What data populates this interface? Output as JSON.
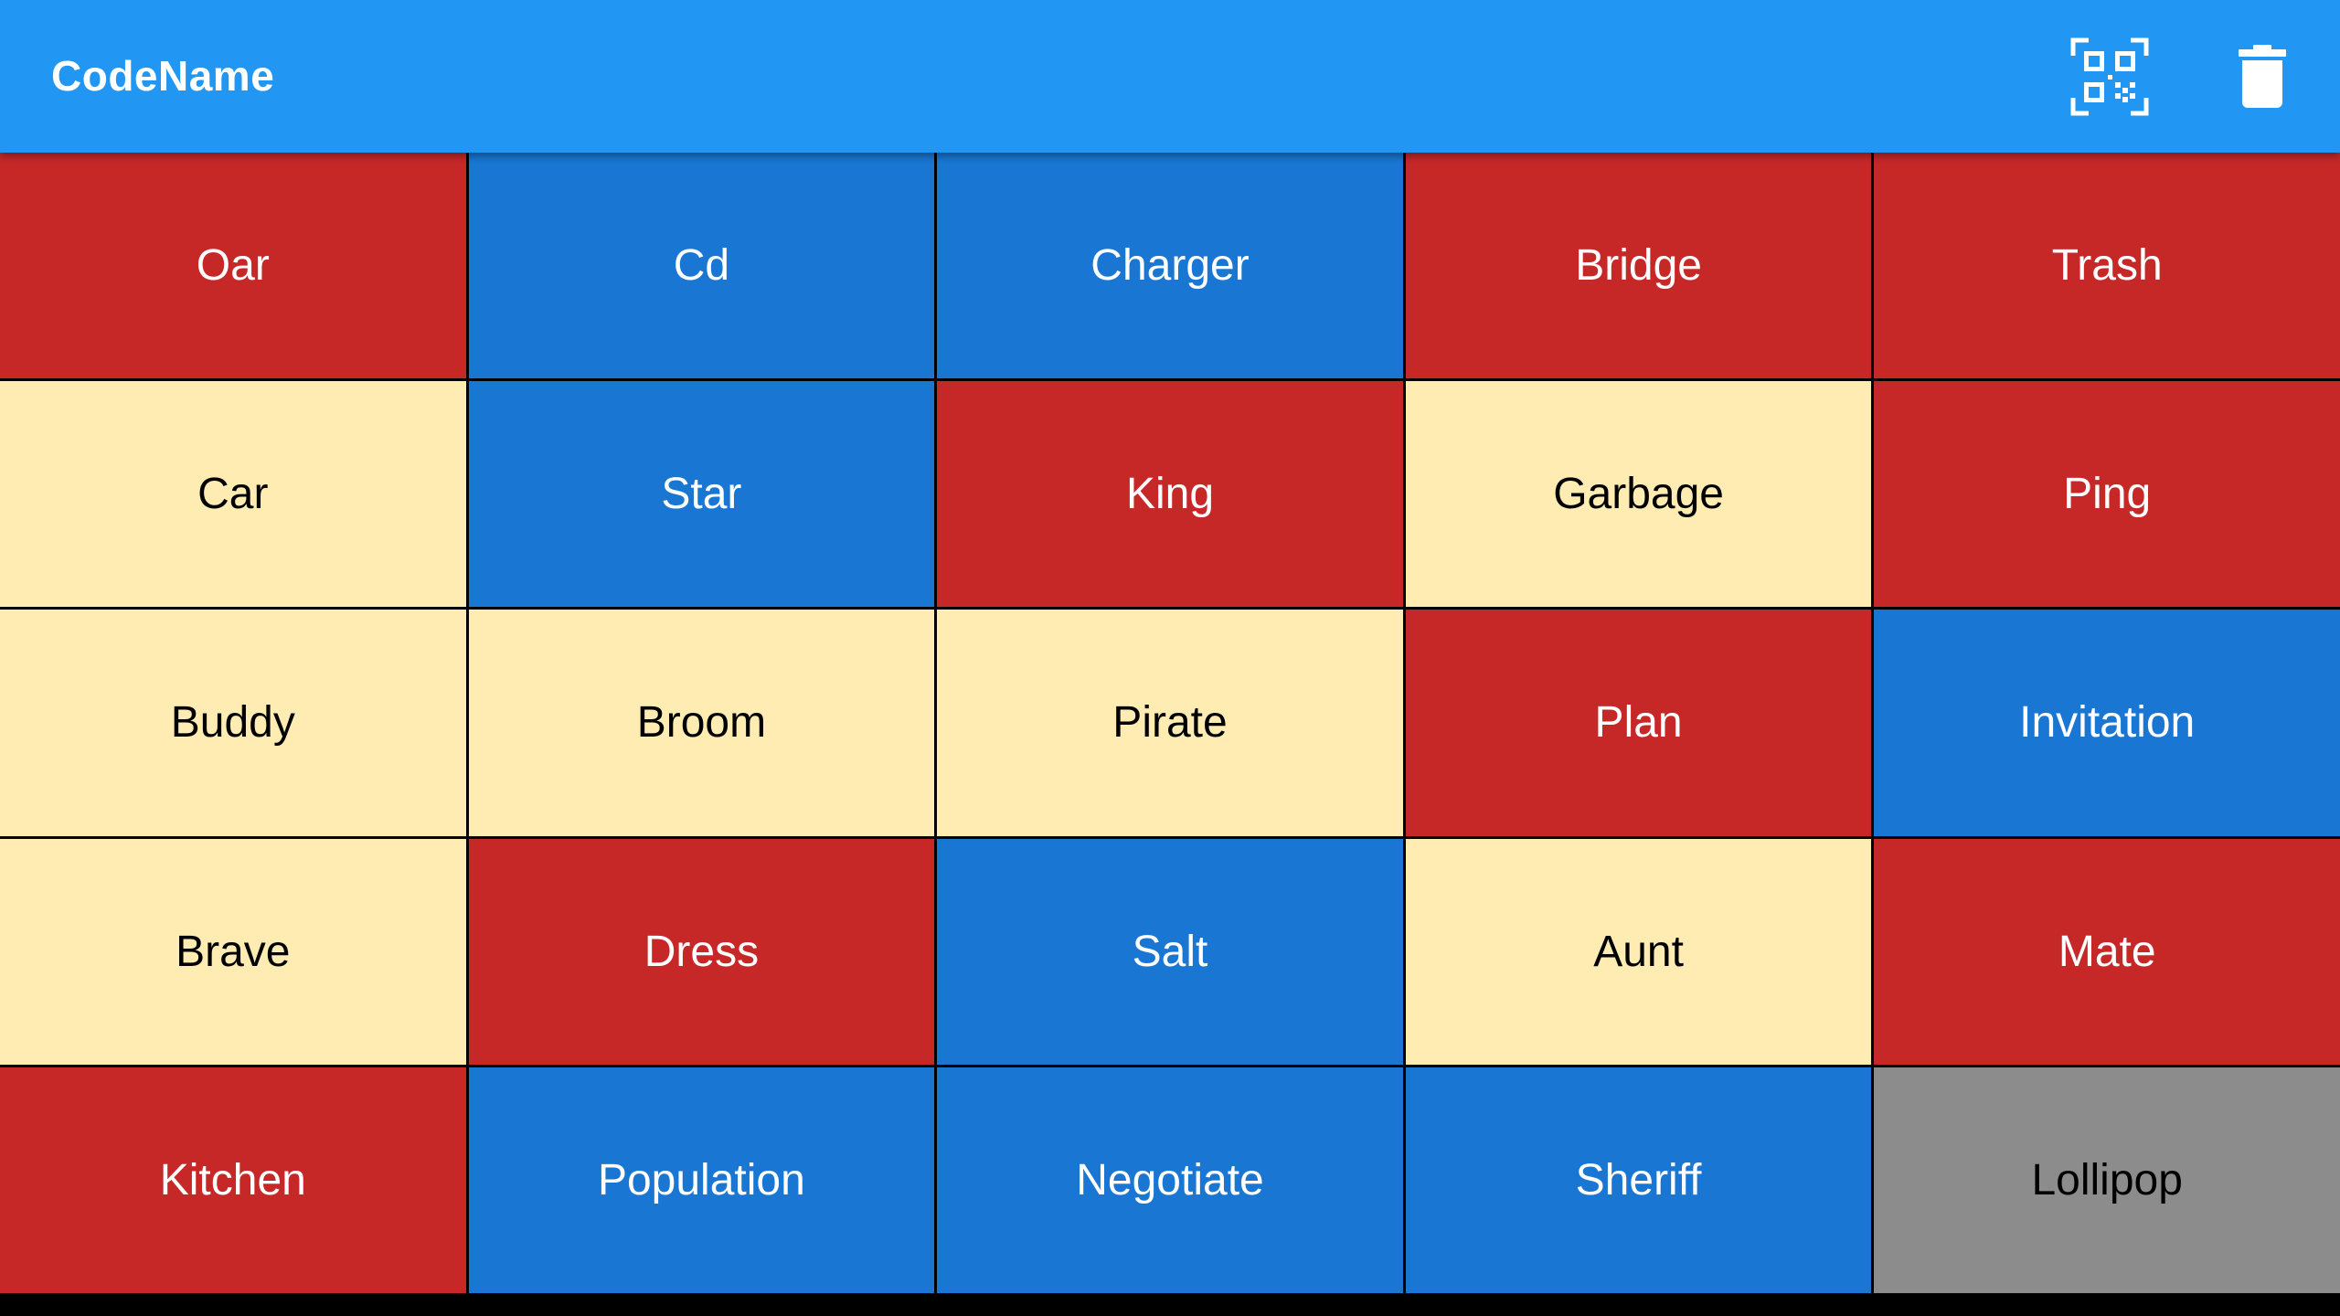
{
  "appbar": {
    "title": "CodeName",
    "actions": [
      {
        "name": "qr-code-scan",
        "icon": "qr-code-scan-icon"
      },
      {
        "name": "delete",
        "icon": "trash-icon"
      }
    ]
  },
  "colors": {
    "appbar": "#2196F3",
    "red_team": "#C62828",
    "blue_team": "#1976D2",
    "neutral": "#FFECB3",
    "assassin": "#8C8C8C",
    "grid_lines": "#000000"
  },
  "board": {
    "cards": [
      {
        "word": "Oar",
        "team": "red"
      },
      {
        "word": "Cd",
        "team": "blue"
      },
      {
        "word": "Charger",
        "team": "blue"
      },
      {
        "word": "Bridge",
        "team": "red"
      },
      {
        "word": "Trash",
        "team": "red"
      },
      {
        "word": "Car",
        "team": "neutral"
      },
      {
        "word": "Star",
        "team": "blue"
      },
      {
        "word": "King",
        "team": "red"
      },
      {
        "word": "Garbage",
        "team": "neutral"
      },
      {
        "word": "Ping",
        "team": "red"
      },
      {
        "word": "Buddy",
        "team": "neutral"
      },
      {
        "word": "Broom",
        "team": "neutral"
      },
      {
        "word": "Pirate",
        "team": "neutral"
      },
      {
        "word": "Plan",
        "team": "red"
      },
      {
        "word": "Invitation",
        "team": "blue"
      },
      {
        "word": "Brave",
        "team": "neutral"
      },
      {
        "word": "Dress",
        "team": "red"
      },
      {
        "word": "Salt",
        "team": "blue"
      },
      {
        "word": "Aunt",
        "team": "neutral"
      },
      {
        "word": "Mate",
        "team": "red"
      },
      {
        "word": "Kitchen",
        "team": "red"
      },
      {
        "word": "Population",
        "team": "blue"
      },
      {
        "word": "Negotiate",
        "team": "blue"
      },
      {
        "word": "Sheriff",
        "team": "blue"
      },
      {
        "word": "Lollipop",
        "team": "assassin"
      }
    ]
  }
}
